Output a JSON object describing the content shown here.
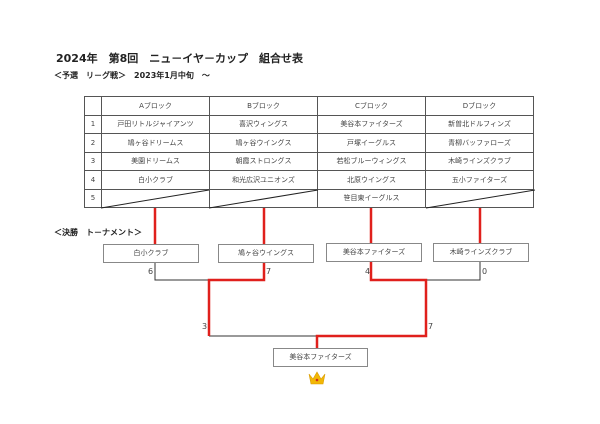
{
  "title": "2024年　第8回　ニュ－イヤ－カップ　組合せ表",
  "subtitle": "＜予選　リ－グ戦＞　2023年1月中旬　～",
  "league": {
    "headers": [
      "Aブロック",
      "Bブロック",
      "Cブロック",
      "Dブロック"
    ],
    "rows": [
      {
        "no": "1",
        "teams": [
          "戸田リトルジャイアンツ",
          "喜沢ウィングス",
          "美谷本ファイターズ",
          "新曽北ドルフィンズ"
        ]
      },
      {
        "no": "2",
        "teams": [
          "鳩ヶ谷ドリームス",
          "鳩ヶ谷ウイングス",
          "戸塚イーグルス",
          "青柳バッファローズ"
        ]
      },
      {
        "no": "3",
        "teams": [
          "美園ドリームス",
          "朝霞ストロングス",
          "若松ブルーウィングス",
          "木崎ラインズクラブ"
        ]
      },
      {
        "no": "4",
        "teams": [
          "白小クラブ",
          "和光広沢ユニオンズ",
          "北原ウイングス",
          "五小ファイターズ"
        ]
      },
      {
        "no": "5",
        "teams": [
          "",
          "",
          "笹目東イーグルス",
          ""
        ]
      }
    ]
  },
  "final_heading": "＜決勝　ト－ナメント＞",
  "tournament": {
    "teams": [
      "白小クラブ",
      "鳩ヶ谷ウイングス",
      "美谷本ファイターズ",
      "木崎ラインズクラブ"
    ],
    "first_round_scores": [
      "6",
      "7",
      "4",
      "0"
    ],
    "semi_scores": [
      "3",
      "7"
    ],
    "champion": "美谷本ファイターズ"
  },
  "colors": {
    "winner_line": "#e0201c",
    "line": "#333333"
  }
}
